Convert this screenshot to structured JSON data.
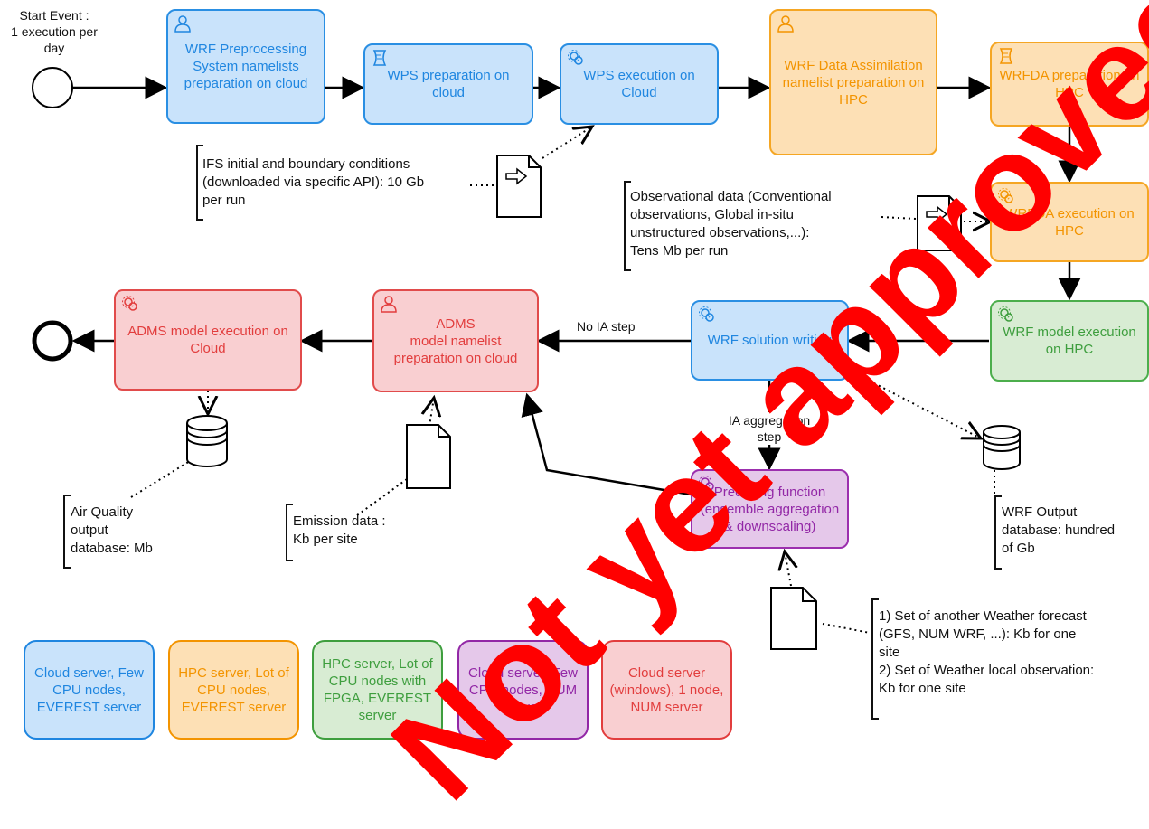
{
  "start_event_label": "Start Event :\n1 execution per\nday",
  "tasks": {
    "wps_namelists": "WRF Preprocessing System namelists preparation on cloud",
    "wps_preparation": "WPS preparation on cloud",
    "wps_execution": "WPS execution on Cloud",
    "wrfda_namelist": "WRF Data Assimilation namelist preparation on HPC",
    "wrfda_preparation": "WRFDA preparation on HPC",
    "wrfda_execution": "WRFDA execution on HPC",
    "wrf_model": "WRF model execution on HPC",
    "wrf_solution": "WRF solution writing",
    "adms_namelist": "ADMS\nmodel namelist\npreparation on cloud",
    "adms_execution": "ADMS model execution on Cloud",
    "predicting": "Predicting function (ensemble aggregation & downscaling)"
  },
  "notes": {
    "ifs": "IFS initial and boundary conditions\n(downloaded via specific API): 10 Gb\nper run",
    "observational": "Observational data (Conventional\nobservations, Global in-situ\nunstructured observations,...):\nTens Mb per run",
    "air_quality": "Air Quality\noutput\ndatabase: Mb",
    "emission": "Emission data :\nKb per site",
    "wrf_output": "WRF Output\ndatabase: hundred\nof Gb",
    "forecast_sets": "1) Set of another Weather forecast\n(GFS, NUM WRF, ...): Kb for one\nsite\n2) Set of Weather local observation:\nKb for one site"
  },
  "flow_labels": {
    "no_ia": "No IA step",
    "ia_aggregation": "IA aggregation\nstep"
  },
  "legend": [
    {
      "label": "Cloud server, Few CPU nodes, EVEREST server",
      "color": "blue"
    },
    {
      "label": "HPC server, Lot of CPU nodes, EVEREST server",
      "color": "orange"
    },
    {
      "label": "HPC server, Lot of CPU nodes with FPGA, EVEREST server",
      "color": "green"
    },
    {
      "label": "Cloud server, Few CPU nodes, NUM server",
      "color": "purple"
    },
    {
      "label": "Cloud server (windows), 1 node, NUM server",
      "color": "red"
    }
  ],
  "watermark": "Not yet approved by",
  "icons": {
    "user_task": "user-icon",
    "script_task": "script-icon",
    "service_task": "gear-icon",
    "data_object": "document-icon",
    "data_store": "database-icon"
  }
}
